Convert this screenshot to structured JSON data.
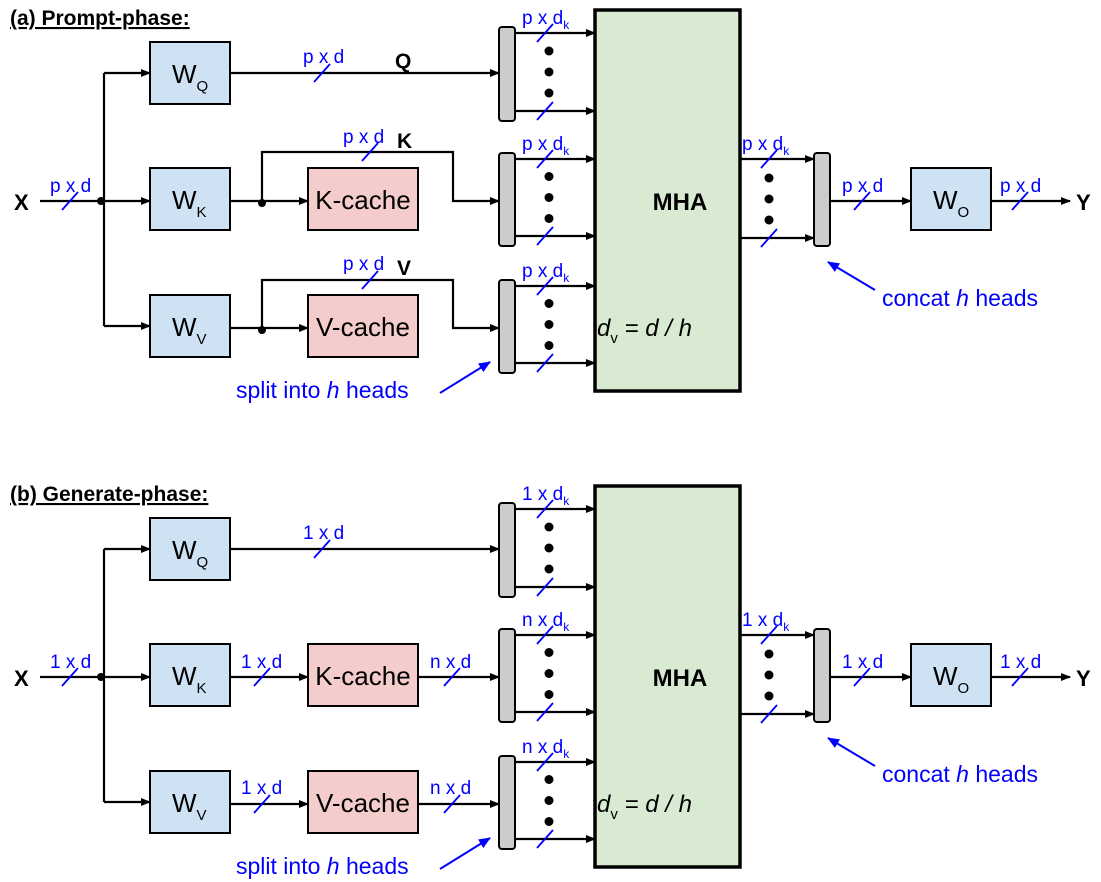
{
  "panels": [
    {
      "id": "prompt",
      "title": "(a) Prompt-phase",
      "title_suffix": ":",
      "input_label": "X",
      "output_label": "Y",
      "input_dim": "p x d",
      "q_dim": "p x d",
      "k_dim": "p x d",
      "v_dim": "p x d",
      "wk_out_dim": "",
      "wv_out_dim": "",
      "kcache_out_dim": "",
      "vcache_out_dim": "",
      "q_label": "Q",
      "k_label": "K",
      "v_label": "V",
      "q_head_dim": "p x d",
      "k_head_dim": "p x d",
      "v_head_dim": "p x d",
      "concat_in_dim": "p x d",
      "concat_out_dim": "p x d",
      "wo_out_dim": "p x d",
      "cache_bypass": true
    },
    {
      "id": "generate",
      "title": "(b) Generate-phase",
      "title_suffix": ":",
      "input_label": "X",
      "output_label": "Y",
      "input_dim": "1 x d",
      "q_dim": "1 x d",
      "k_dim": "",
      "v_dim": "",
      "wk_out_dim": "1 x d",
      "wv_out_dim": "1 x d",
      "kcache_out_dim": "n x d",
      "vcache_out_dim": "n x d",
      "q_label": "",
      "k_label": "",
      "v_label": "",
      "q_head_dim": "1 x d",
      "k_head_dim": "n x d",
      "v_head_dim": "n x d",
      "concat_in_dim": "1 x d",
      "concat_out_dim": "1 x d",
      "wo_out_dim": "1 x d",
      "cache_bypass": false
    }
  ],
  "blocks": {
    "wq": {
      "main": "W",
      "sub": "Q"
    },
    "wk": {
      "main": "W",
      "sub": "K"
    },
    "wv": {
      "main": "W",
      "sub": "V"
    },
    "wo": {
      "main": "W",
      "sub": "O"
    },
    "kcache": "K-cache",
    "vcache": "V-cache",
    "mha": "MHA"
  },
  "head_dim_sub": "k",
  "dv_formula": {
    "lhs": "d",
    "lhs_sub": "v",
    "rhs": " = d / h"
  },
  "annotations": {
    "split": {
      "pre": "split into ",
      "var": "h",
      "post": " heads"
    },
    "concat": {
      "pre": "concat ",
      "var": "h",
      "post": " heads"
    }
  },
  "colors": {
    "weight_fill": "#cfe2f3",
    "cache_fill": "#f4cccc",
    "mha_fill": "#d9ead3",
    "splitter_fill": "#cccccc",
    "annotation": "#0000ff"
  }
}
